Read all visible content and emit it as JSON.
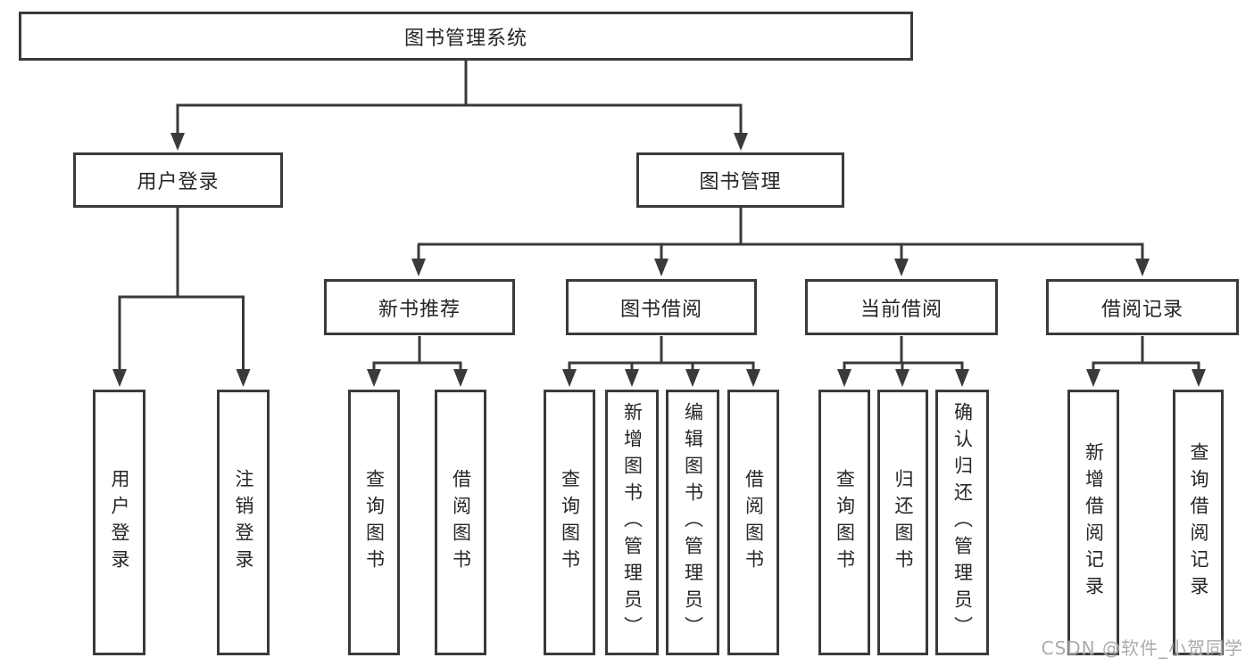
{
  "tree": {
    "label": "图书管理系统",
    "children": [
      {
        "label": "用户登录",
        "children": [
          {
            "label": "用户登录"
          },
          {
            "label": "注销登录"
          }
        ]
      },
      {
        "label": "图书管理",
        "children": [
          {
            "label": "新书推荐",
            "children": [
              {
                "label": "查询图书"
              },
              {
                "label": "借阅图书"
              }
            ]
          },
          {
            "label": "图书借阅",
            "children": [
              {
                "label": "查询图书"
              },
              {
                "label": "新增图书（管理员）"
              },
              {
                "label": "编辑图书（管理员）"
              },
              {
                "label": "借阅图书"
              }
            ]
          },
          {
            "label": "当前借阅",
            "children": [
              {
                "label": "查询图书"
              },
              {
                "label": "归还图书"
              },
              {
                "label": "确认归还（管理员）"
              }
            ]
          },
          {
            "label": "借阅记录",
            "children": [
              {
                "label": "新增借阅记录"
              },
              {
                "label": "查询借阅记录"
              }
            ]
          }
        ]
      }
    ]
  },
  "watermark": {
    "text": "CSDN @软件_小贺同学"
  },
  "colors": {
    "line": "#3a3a3a",
    "box_border": "#3a3a3a",
    "text": "#262626",
    "background": "#ffffff",
    "watermark": "#ababab"
  }
}
